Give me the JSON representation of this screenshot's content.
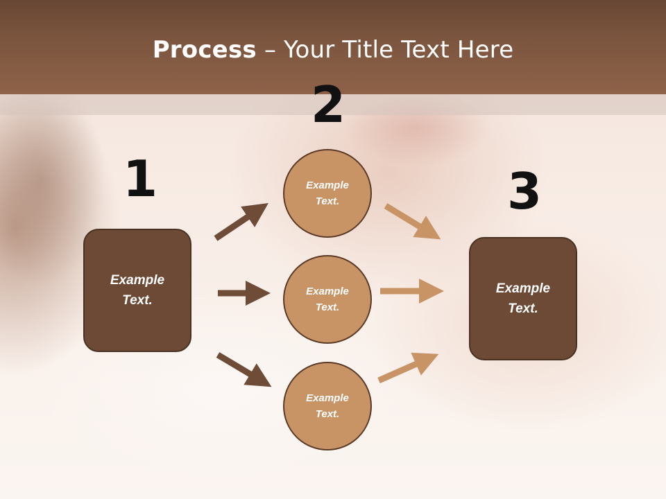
{
  "title": {
    "bold": "Process",
    "rest": " – Your Title Text Here"
  },
  "steps": {
    "one": "1",
    "two": "2",
    "three": "3"
  },
  "boxes": {
    "left": [
      "Example",
      "Text."
    ],
    "right": [
      "Example",
      "Text."
    ]
  },
  "circles": {
    "top": [
      "Example",
      "Text."
    ],
    "middle": [
      "Example",
      "Text."
    ],
    "bottom": [
      "Example",
      "Text."
    ]
  },
  "colors": {
    "header": "#7d563f",
    "box": "#6c4a35",
    "circle": "#c89466",
    "arrow_dark": "#6e4c37",
    "arrow_light": "#c89466"
  }
}
